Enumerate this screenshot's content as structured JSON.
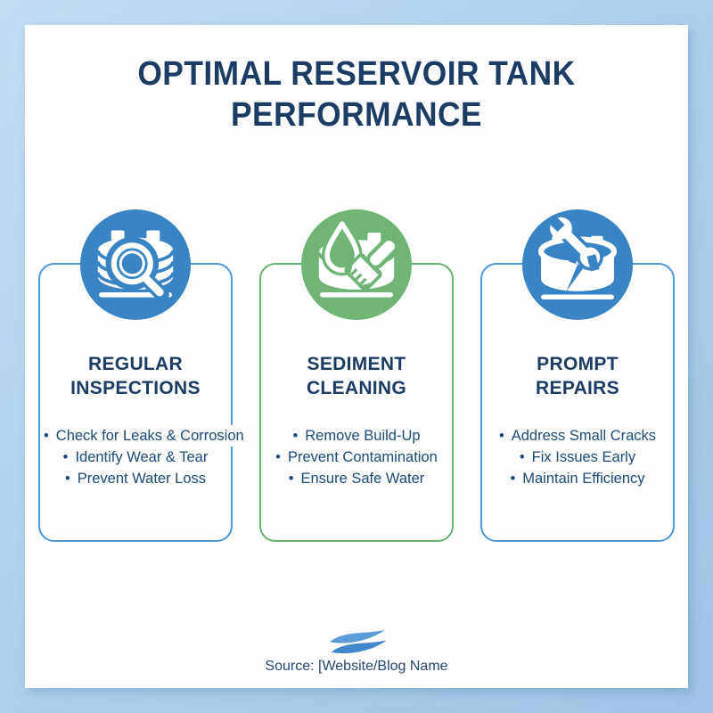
{
  "colors": {
    "background_gradient_start": "#c2ddf2",
    "background_gradient_end": "#9dc3e5",
    "panel": "#fdfdfd",
    "heading_navy": "#1c3c64",
    "bullet_navy": "#1d4a77",
    "blue_accent": "#4f97d8",
    "green_accent": "#68b06e",
    "icon_blue": "#3884c4",
    "icon_green": "#70b477",
    "logo_blue": "#4a90d2"
  },
  "header": {
    "title": "OPTIMAL RESERVOIR TANK\nPERFORMANCE"
  },
  "cards": [
    {
      "title": "REGULAR\nINSPECTIONS",
      "icon": "tank-magnifier-icon",
      "border_color": "#4f97d8",
      "icon_bg": "#3884c4",
      "bullets": [
        "Check for Leaks & Corrosion",
        "Identify Wear & Tear",
        "Prevent Water Loss"
      ]
    },
    {
      "title": "SEDIMENT\nCLEANING",
      "icon": "tank-droplet-brush-icon",
      "border_color": "#68b06e",
      "icon_bg": "#70b477",
      "bullets": [
        "Remove Build-Up",
        "Prevent Contamination",
        "Ensure Safe Water"
      ]
    },
    {
      "title": "PROMPT\nREPAIRS",
      "icon": "tank-wrench-crack-icon",
      "border_color": "#4f97d8",
      "icon_bg": "#3884c4",
      "bullets": [
        "Address Small Cracks",
        "Fix Issues Early",
        "Maintain Efficiency"
      ]
    }
  ],
  "footer": {
    "source_text": "Source: [Website/Blog Name"
  }
}
